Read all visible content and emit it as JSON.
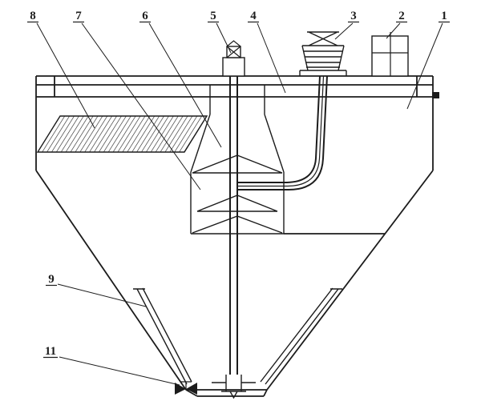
{
  "figure": {
    "type": "technical-diagram",
    "background_color": "#ffffff",
    "line_color": "#1c1c1c"
  },
  "callouts": [
    {
      "label": "8"
    },
    {
      "label": "7"
    },
    {
      "label": "6"
    },
    {
      "label": "5"
    },
    {
      "label": "4"
    },
    {
      "label": "3"
    },
    {
      "label": "2"
    },
    {
      "label": "1"
    },
    {
      "label": "9"
    },
    {
      "label": "11"
    }
  ]
}
